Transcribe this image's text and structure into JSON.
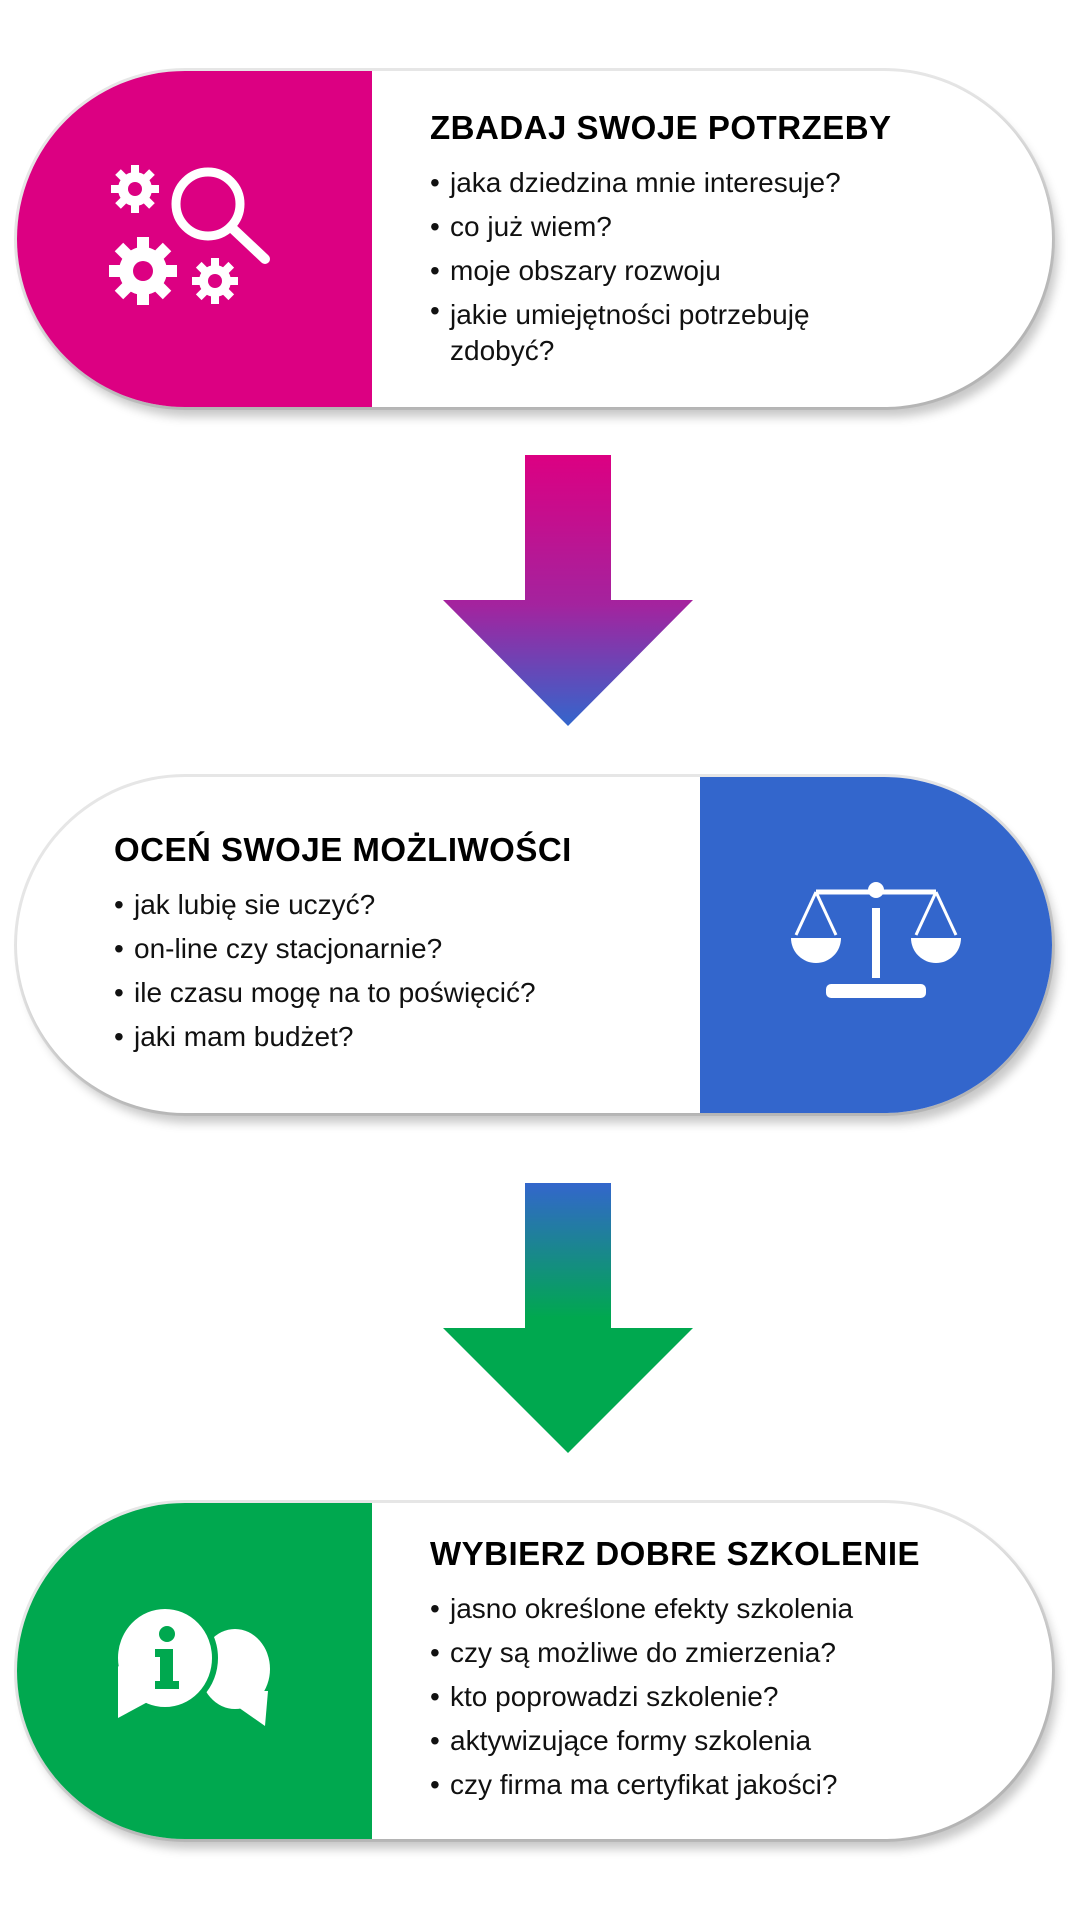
{
  "colors": {
    "magenta": "#DC0082",
    "blue": "#3366CC",
    "green": "#00A84F"
  },
  "steps": [
    {
      "title": "ZBADAJ SWOJE POTRZEBY",
      "icon": "gears-magnifier-icon",
      "items": [
        "jaka dziedzina mnie interesuje?",
        "co już wiem?",
        "moje obszary rozwoju",
        "jakie umiejętności potrzebuję zdobyć?"
      ]
    },
    {
      "title": "OCEŃ SWOJE MOŻLIWOŚCI",
      "icon": "scales-icon",
      "items": [
        "jak lubię sie uczyć?",
        "on-line czy stacjonarnie?",
        "ile czasu mogę na to poświęcić?",
        "jaki mam budżet?"
      ]
    },
    {
      "title": "WYBIERZ DOBRE SZKOLENIE",
      "icon": "info-chat-bubbles-icon",
      "items": [
        "jasno określone efekty szkolenia",
        "czy są możliwe do zmierzenia?",
        "kto poprowadzi szkolenie?",
        "aktywizujące formy szkolenia",
        "czy firma ma certyfikat jakości?"
      ]
    }
  ]
}
